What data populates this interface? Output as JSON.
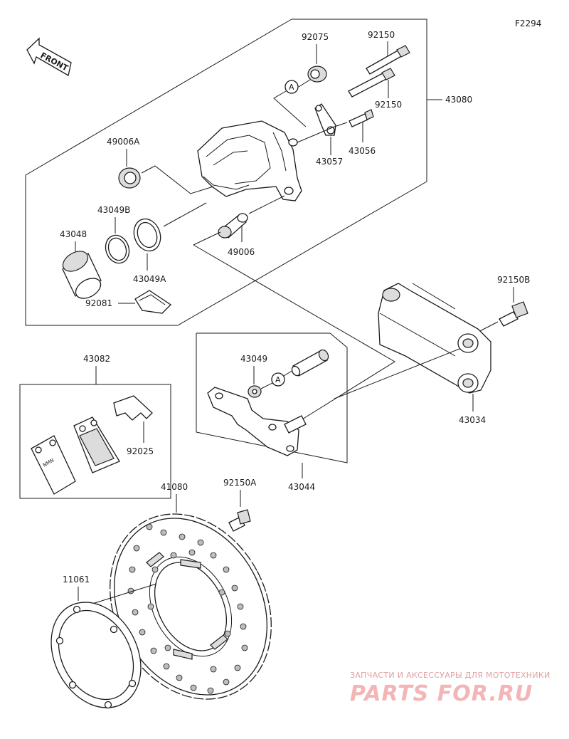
{
  "figure_code": "F2294",
  "front_label": "FRONT",
  "ref_marker": "A",
  "parts": {
    "p92075": "92075",
    "p92150_top": "92150",
    "p92150_mid": "92150",
    "p43080": "43080",
    "p49006A": "49006A",
    "p43057": "43057",
    "p43056": "43056",
    "p43049B": "43049B",
    "p43048": "43048",
    "p49006": "49006",
    "p43049A": "43049A",
    "p92081": "92081",
    "p92150B": "92150B",
    "p43082": "43082",
    "p43049": "43049",
    "p92025": "92025",
    "p43034": "43034",
    "p43044": "43044",
    "p41080": "41080",
    "p92150A": "92150A",
    "p11061": "11061"
  },
  "watermark": {
    "subtitle": "ЗАПЧАСТИ И АКСЕССУАРЫ ДЛЯ МОТОТЕХНИКИ",
    "brand": "PARTS FOR.RU"
  },
  "colors": {
    "line": "#1a1a1a",
    "watermark": "#f3b5b5"
  }
}
